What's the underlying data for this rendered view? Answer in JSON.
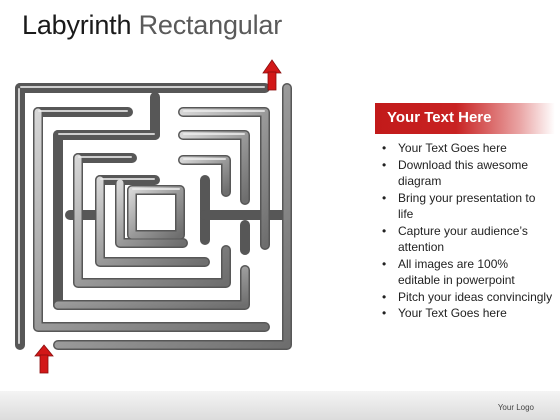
{
  "slide": {
    "title_word1": "Labyrinth",
    "title_word2": "Rectangular"
  },
  "textbox": {
    "header": "Your Text Here",
    "bullets": [
      "Your Text Goes here",
      "Download this awesome diagram",
      "Bring your presentation to life",
      "Capture your audience’s attention",
      "All images are 100% editable in powerpoint",
      "Pitch your ideas convincingly",
      "Your Text Goes here"
    ]
  },
  "footer": {
    "logo_text": "Your Logo"
  },
  "colors": {
    "accent_red": "#c41c1c",
    "maze_wall": "#7a7a7a",
    "maze_wall_highlight": "#cfcfcf"
  },
  "icons": [
    "entrance-arrow-icon",
    "exit-arrow-icon"
  ]
}
